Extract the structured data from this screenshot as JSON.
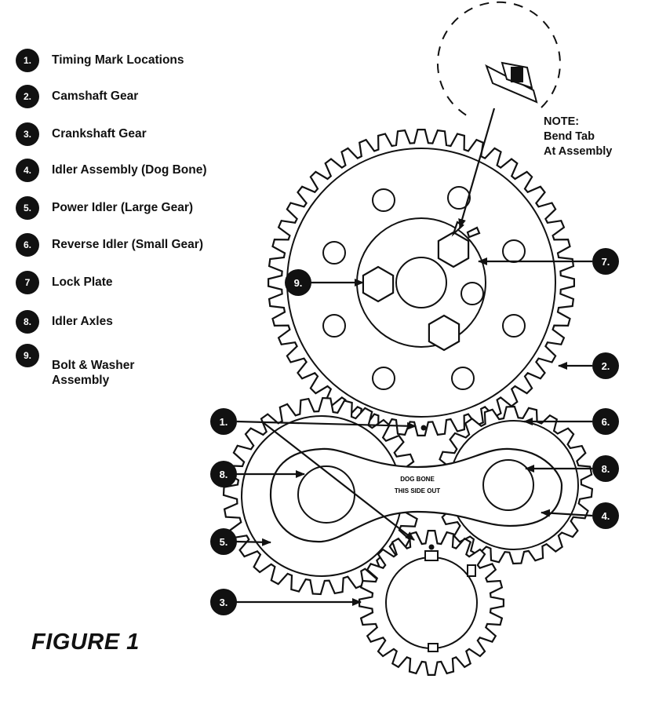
{
  "legend": {
    "items": [
      {
        "num": "1.",
        "label": "Timing Mark Locations"
      },
      {
        "num": "2.",
        "label": "Camshaft Gear"
      },
      {
        "num": "3.",
        "label": "Crankshaft Gear"
      },
      {
        "num": "4.",
        "label": "Idler Assembly (Dog Bone)"
      },
      {
        "num": "5.",
        "label": "Power Idler (Large Gear)"
      },
      {
        "num": "6.",
        "label": "Reverse Idler (Small Gear)"
      },
      {
        "num": "7",
        "label": "Lock Plate"
      },
      {
        "num": "8.",
        "label": "Idler Axles"
      },
      {
        "num": "9.",
        "label": "Bolt & Washer Assembly"
      }
    ]
  },
  "note": {
    "line1": "NOTE:",
    "line2": "Bend Tab",
    "line3": "At Assembly"
  },
  "dogbone": {
    "line1": "DOG BONE",
    "line2": "THIS SIDE OUT"
  },
  "callouts": {
    "c1": "1.",
    "c2": "2.",
    "c3": "3.",
    "c4": "4.",
    "c5": "5.",
    "c6": "6.",
    "c7": "7.",
    "c8a": "8.",
    "c8b": "8.",
    "c9": "9."
  },
  "figure_title": "FIGURE 1",
  "colors": {
    "ink": "#111111",
    "background": "#ffffff"
  }
}
